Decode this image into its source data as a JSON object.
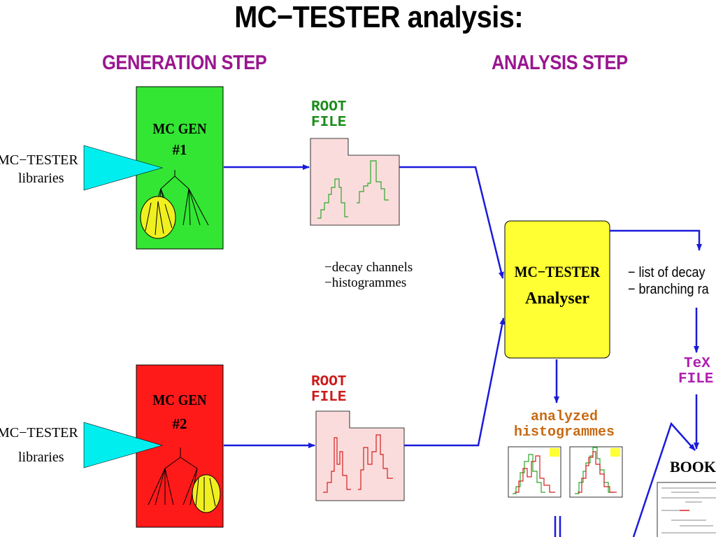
{
  "title": "MC−TESTER analysis:",
  "steps": {
    "generation": "GENERATION STEP",
    "analysis": "ANALYSIS STEP"
  },
  "generators": [
    {
      "name": "MC GEN",
      "number": "#1",
      "color": "#33e633",
      "input_label_1": "MC−TESTER",
      "input_label_2": "libraries",
      "file_label_1": "ROOT",
      "file_label_2": "FILE",
      "file_label_color": "#1a8c1a",
      "hist_color": "#2aa82a"
    },
    {
      "name": "MC GEN",
      "number": "#2",
      "color": "#ff1a1a",
      "input_label_1": "MC−TESTER",
      "input_label_2": "libraries",
      "file_label_1": "ROOT",
      "file_label_2": "FILE",
      "file_label_color": "#cc1a1a",
      "hist_color": "#d42020"
    }
  ],
  "file_contents": [
    "−decay channels",
    "−histogrammes"
  ],
  "analyser": {
    "line1": "MC−TESTER",
    "line2": "Analyser",
    "color": "#ffff33"
  },
  "analyser_outputs": [
    "− list of decay",
    "− branching ra"
  ],
  "analyzed": {
    "line1": "analyzed",
    "line2": "histogrammes",
    "color": "#c86a14"
  },
  "tex_file": {
    "line1": "TeX",
    "line2": "FILE",
    "color": "#b01fb0"
  },
  "booklet": "BOOK",
  "colors": {
    "arrow": "#1a1adc",
    "file_box": "#fbdcdc",
    "cone": "#00eeee",
    "ellipse": "#f0f020"
  }
}
